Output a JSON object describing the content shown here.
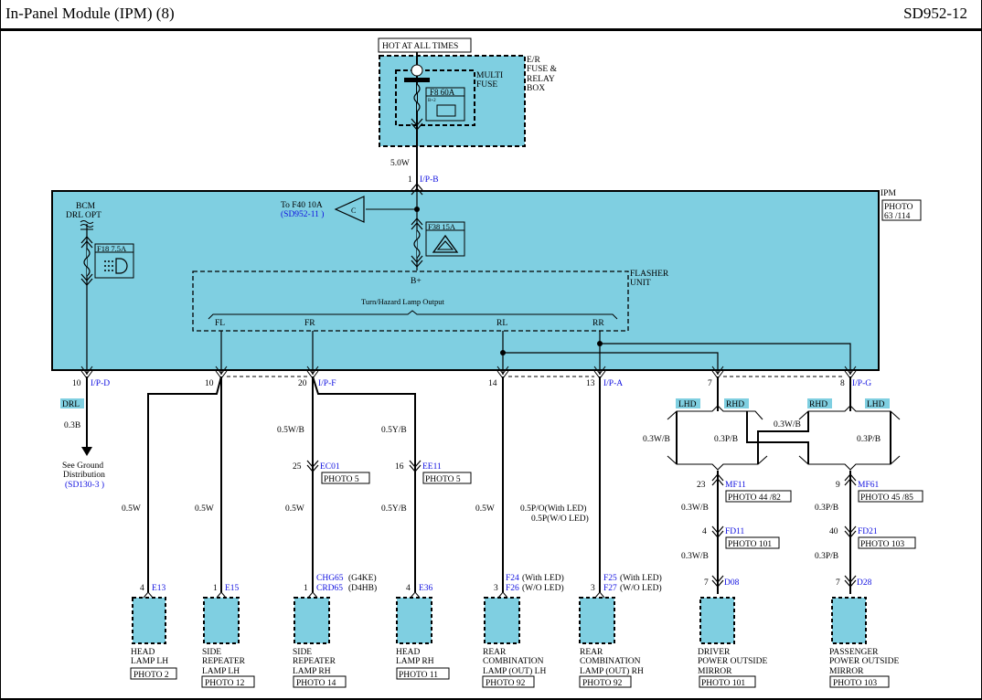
{
  "header": {
    "title": "In-Panel Module (IPM) (8)",
    "page_id": "SD952-12"
  },
  "colors": {
    "module_fill": "#7fcfe1",
    "link_blue": "#1010e0",
    "wire": "#000000"
  },
  "top": {
    "hot_label": "HOT AT ALL TIMES",
    "box_label": [
      "E/R",
      "FUSE &",
      "RELAY",
      "BOX"
    ],
    "multi_fuse_label": [
      "MULTI",
      "FUSE"
    ],
    "fuse_f8": "F8 60A",
    "fuse_f8_sub": "B+2",
    "wire_main": "5.0W",
    "pin_main": "1",
    "conn_main": "I/P-B"
  },
  "ipm": {
    "label": "IPM",
    "photo": [
      "PHOTO",
      "63 /114"
    ],
    "bcm_label": [
      "BCM",
      "DRL OPT"
    ],
    "fuse_f18": "F18 7.5A",
    "to_f40": "To F40 10A",
    "to_f40_ref": "(SD952-11  )",
    "connector_c": "C",
    "fuse_f38": "F38 15A",
    "bplus": "B+",
    "flasher_label": [
      "FLASHER",
      "UNIT"
    ],
    "output_label": "Turn/Hazard Lamp Output",
    "outputs": [
      "FL",
      "FR",
      "RL",
      "RR"
    ]
  },
  "pins": {
    "drl": {
      "pin": "10",
      "conn": "I/P-D",
      "tag": "DRL",
      "wire": "0.3B"
    },
    "fl": {
      "pin": "10"
    },
    "fr": {
      "pin": "20",
      "conn": "I/P-F"
    },
    "rl": {
      "pin": "14"
    },
    "rr": {
      "pin": "13",
      "conn": "I/P-A"
    },
    "m7": {
      "pin": "7"
    },
    "m8": {
      "pin": "8",
      "conn": "I/P-G"
    }
  },
  "ground": {
    "text": [
      "See Ground",
      "Distribution"
    ],
    "ref": "(SD130-3  )"
  },
  "tags": {
    "lhd": "LHD",
    "rhd": "RHD"
  },
  "wires": {
    "w1": "0.5W",
    "w2": "0.5W",
    "w3a": "0.5W/B",
    "w3b": "0.5W",
    "w4a": "0.5Y/B",
    "w4b": "0.5Y/B",
    "w5": "0.5W",
    "w6a": "0.5P/O(With LED)",
    "w6b": "0.5P(W/O LED)",
    "m_lhd_l": "0.3W/B",
    "m_rhd_l": "0.3P/B",
    "m_rhd_r": "0.3W/B",
    "m_lhd_r": "0.3P/B",
    "m_left_1": "0.3W/B",
    "m_left_2": "0.3W/B",
    "m_right_1": "0.3P/B",
    "m_right_2": "0.3P/B"
  },
  "inline": {
    "ec01": {
      "pin": "25",
      "conn": "EC01",
      "photo": "PHOTO 5"
    },
    "ee11": {
      "pin": "16",
      "conn": "EE11",
      "photo": "PHOTO 5"
    },
    "mf11": {
      "pin": "23",
      "conn": "MF11",
      "photo": "PHOTO 44  /82"
    },
    "mf61": {
      "pin": "9",
      "conn": "MF61",
      "photo": "PHOTO 45  /85"
    },
    "fd11": {
      "pin": "4",
      "conn": "FD11",
      "photo": "PHOTO 101"
    },
    "fd21": {
      "pin": "40",
      "conn": "FD21",
      "photo": "PHOTO 103"
    }
  },
  "loads": [
    {
      "pin": "4",
      "conn": "E13",
      "name": [
        "HEAD",
        "LAMP LH"
      ],
      "photo": "PHOTO 2"
    },
    {
      "pin": "1",
      "conn": "E15",
      "name": [
        "SIDE",
        "REPEATER",
        "LAMP LH"
      ],
      "photo": "PHOTO 12"
    },
    {
      "pin": "1",
      "conn": "CHG65",
      "conn_note": "(G4KE)",
      "conn2": "CRD65",
      "conn2_note": "(D4HB)",
      "name": [
        "SIDE",
        "REPEATER",
        "LAMP RH"
      ],
      "photo": "PHOTO 14"
    },
    {
      "pin": "4",
      "conn": "E36",
      "name": [
        "HEAD",
        "LAMP RH"
      ],
      "photo": "PHOTO 11"
    },
    {
      "pin": "3",
      "conn": "F24",
      "conn_note": "(With LED)",
      "conn2": "F26",
      "conn2_note": "(W/O LED)",
      "name": [
        "REAR",
        "COMBINATION",
        "LAMP (OUT) LH"
      ],
      "photo": "PHOTO 92"
    },
    {
      "pin": "3",
      "conn": "F25",
      "conn_note": "(With LED)",
      "conn2": "F27",
      "conn2_note": "(W/O LED)",
      "name": [
        "REAR",
        "COMBINATION",
        "LAMP (OUT) RH"
      ],
      "photo": "PHOTO 92"
    },
    {
      "pin": "7",
      "conn": "D08",
      "name": [
        "DRIVER",
        "POWER OUTSIDE",
        "MIRROR"
      ],
      "photo": "PHOTO 101"
    },
    {
      "pin": "7",
      "conn": "D28",
      "name": [
        "PASSENGER",
        "POWER OUTSIDE",
        "MIRROR"
      ],
      "photo": "PHOTO 103"
    }
  ]
}
